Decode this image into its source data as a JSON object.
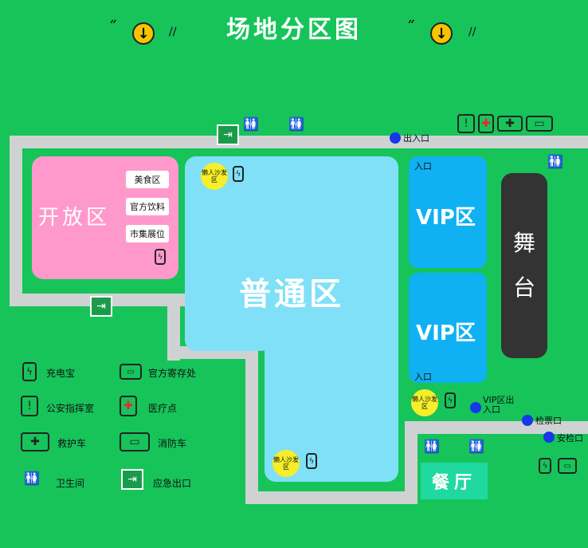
{
  "title": "场地分区图",
  "zones": {
    "open": {
      "label": "开放区",
      "tags": [
        "美食区",
        "官方饮料",
        "市集展位"
      ]
    },
    "general": {
      "label": "普通区"
    },
    "vip_top": {
      "label": "VIP区",
      "entrance": "入口"
    },
    "vip_bottom": {
      "label": "VIP区",
      "entrance": "入口"
    },
    "stage": {
      "label": "舞台",
      "chars": [
        "舞",
        "台"
      ]
    },
    "dining": {
      "label": "餐厅"
    }
  },
  "sofa_label": "懒人沙发区",
  "points": {
    "entrance_exit": "出入口",
    "vip_entrance": "VIP区出入口",
    "ticket_check": "检票口",
    "security_check": "安检口"
  },
  "legend": [
    {
      "icon": "power-bank-icon",
      "label": "充电宝"
    },
    {
      "icon": "locker-icon",
      "label": "官方寄存处"
    },
    {
      "icon": "police-shield-icon",
      "label": "公安指挥室"
    },
    {
      "icon": "medical-icon",
      "label": "医疗点"
    },
    {
      "icon": "ambulance-icon",
      "label": "救护车"
    },
    {
      "icon": "fire-truck-icon",
      "label": "消防车"
    },
    {
      "icon": "restroom-icon",
      "label": "卫生间"
    },
    {
      "icon": "emergency-exit-icon",
      "label": "应急出口"
    }
  ],
  "colors": {
    "background": "#16c45a",
    "open_zone": "#ff99cc",
    "general_zone": "#7fe0f7",
    "vip_zone": "#10b1f2",
    "stage": "#333333",
    "dining": "#1fd9a0",
    "path": "#cfd2d3",
    "entry_dot": "#1638e8",
    "sofa": "#f6ee2b"
  }
}
